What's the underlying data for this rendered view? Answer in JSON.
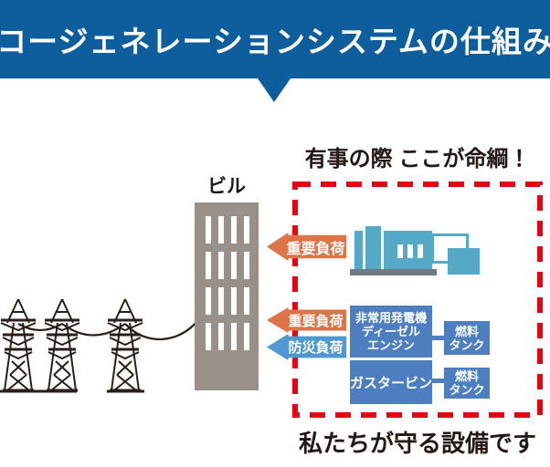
{
  "header": {
    "title": "コージェネレーションシステムの仕組み"
  },
  "annotations": {
    "top": "有事の際 ここが命綱！",
    "bottom": "私たちが守る設備です"
  },
  "building": {
    "label": "ビル"
  },
  "loads": {
    "important_top": "重要負荷",
    "important": "重要負荷",
    "disaster": "防災負荷"
  },
  "equipment": {
    "generator_unit": "非常用発電機\nディーゼル\nエンジン",
    "gas_turbine": "ガスタービン",
    "fuel_tank_top": "燃料\nタンク",
    "fuel_tank_bottom": "燃料\nタンク"
  },
  "icons": {
    "power_pylons": "transmission-towers-icon",
    "generator": "emergency-generator-icon",
    "building": "office-building-icon"
  },
  "colors": {
    "header_blue": "#0e5e9d",
    "frame_red": "#e60012",
    "load_orange": "#dc7448",
    "load_blue": "#4f98d0",
    "equipment_blue": "#4d7fc0",
    "generator_teal": "#55a9c6",
    "building_gray": "#99908a",
    "text_dark": "#231815"
  }
}
